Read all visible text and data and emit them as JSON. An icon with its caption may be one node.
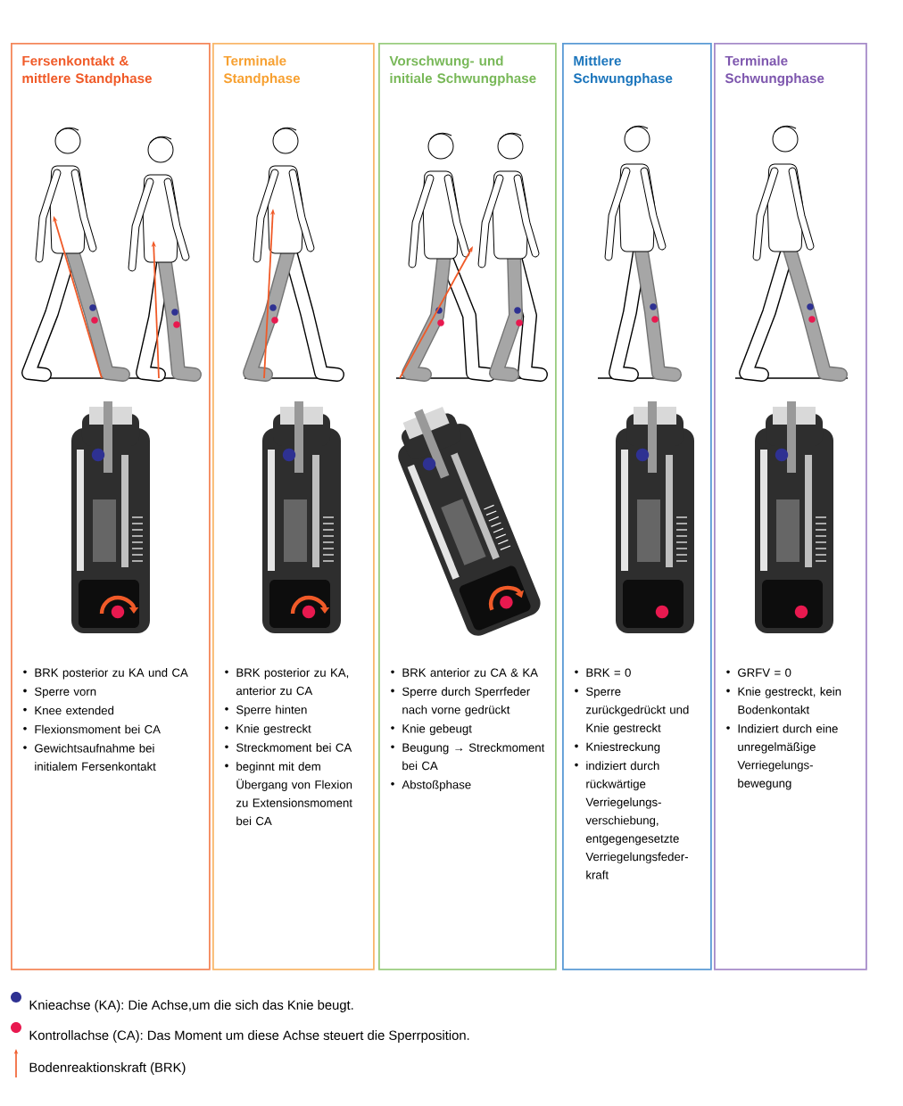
{
  "diagram": {
    "nodes": [
      {
        "text": [
          "Fersenkontakt & mittlere Standphase",
          "BRK posterior zu KA und CA",
          "Sperre vorn",
          "Knee extended",
          "Flexionsmoment bei CA",
          "Gewichtsaufnahme bei initialem Fersenkontakt"
        ]
      },
      {
        "text": [
          "Terminale Standphase",
          "BRK posterior zu KA, anterior zu CA",
          "Sperre hinten",
          "Knie gestreckt",
          "Streckmoment bei CA",
          "beginnt mit dem Übergang von Flexion zu Extensionsmoment bei CA"
        ]
      },
      {
        "text": [
          "Vorschwung- und initiale Schwungphase",
          "BRK anterior zu CA & KA",
          "Sperre durch Sperrfeder nach vorne gedrückt",
          "Knie gebeugt",
          "Beugung → Streckmoment bei CA",
          "Abstoßphase"
        ]
      },
      {
        "text": [
          "Mittlere Schwungphase",
          "BRK = 0",
          "Sperre zurückgedrückt und Knie gestreckt",
          "Kniestreckung",
          "indiziert durch rückwärtige Verriegelungs-verschiebung, entgegengesetzte Verriegelungsfeder-kraft"
        ]
      },
      {
        "text": [
          "Terminale Schwungphase",
          "GRFV = 0",
          "Knie gestreckt, kein Bodenkontakt",
          "Indiziert durch eine unregelmäßige Verriegelungs-bewegung"
        ]
      }
    ],
    "legend": [
      {
        "text": "Knieachse (KA): Die Achse,um die sich das Knie beugt.",
        "color": "#2e3192"
      },
      {
        "text": "Kontrollachse (CA): Das Moment um diese Achse steuert die Sperrposition.",
        "color": "#e8194f"
      },
      {
        "text": "Bodenreaktionskraft (BRK)"
      }
    ]
  }
}
